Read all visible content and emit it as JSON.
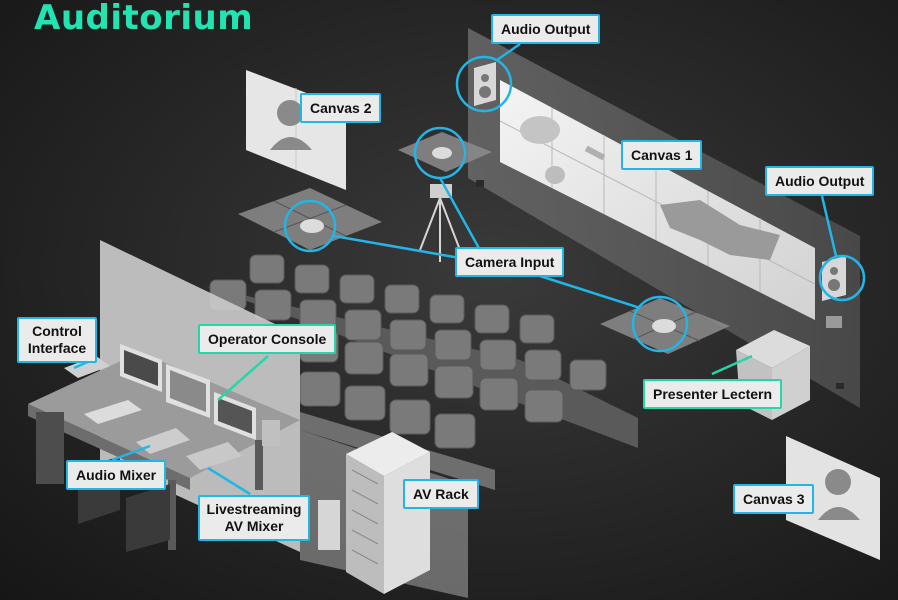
{
  "title": "Auditorium",
  "labels": {
    "audio_output_top": "Audio Output",
    "canvas_2": "Canvas 2",
    "canvas_1": "Canvas 1",
    "audio_output_right": "Audio Output",
    "camera_input": "Camera Input",
    "control_interface_line1": "Control",
    "control_interface_line2": "Interface",
    "operator_console": "Operator Console",
    "presenter_lectern": "Presenter Lectern",
    "audio_mixer": "Audio Mixer",
    "livestreaming_line1": "Livestreaming",
    "livestreaming_line2": "AV Mixer",
    "av_rack": "AV Rack",
    "canvas_3": "Canvas 3"
  },
  "colors": {
    "title": "#23e3b0",
    "callout_blue": "#22b5e6",
    "callout_teal": "#25d6a6",
    "label_bg": "#ebebeb"
  }
}
